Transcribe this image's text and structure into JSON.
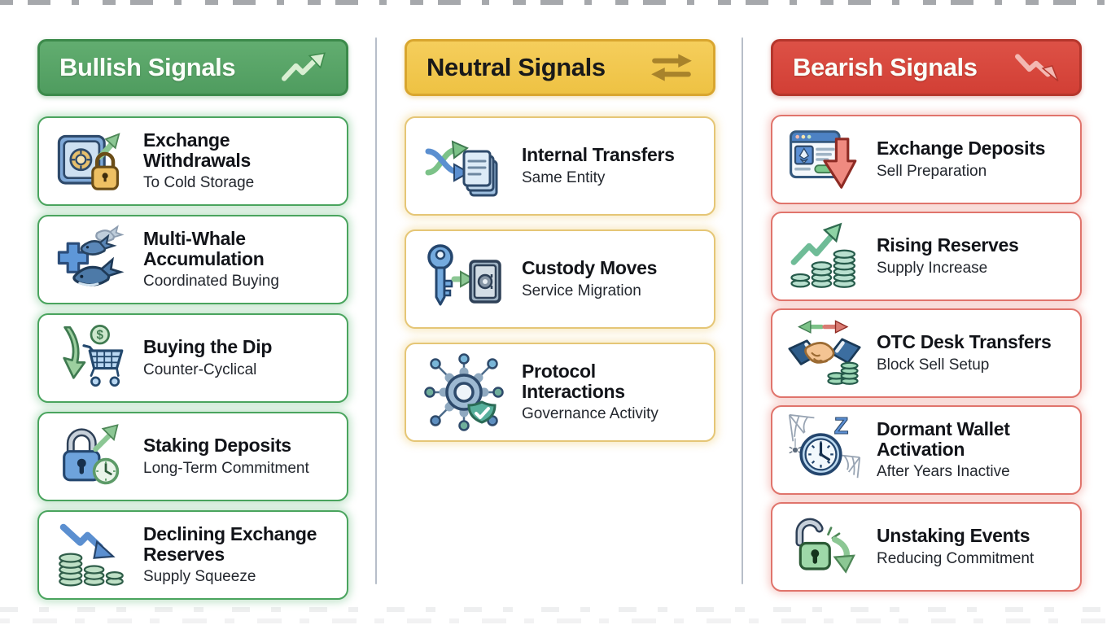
{
  "columns": [
    {
      "id": "bullish",
      "accent_color": "#4aa45e",
      "header": {
        "label": "Bullish Signals",
        "icon": "trend-up-arrow-icon",
        "background_color": "#57a663",
        "border_color": "#3c8a4b",
        "text_color": "#ffffff"
      },
      "cards": [
        {
          "title": "Exchange Withdrawals",
          "subtitle": "To Cold Storage",
          "icon": "vault-padlock-arrow-icon"
        },
        {
          "title": "Multi-Whale Accumulation",
          "subtitle": "Coordinated Buying",
          "icon": "plus-whales-icon"
        },
        {
          "title": "Buying the Dip",
          "subtitle": "Counter-Cyclical",
          "icon": "down-arrow-cart-coin-icon"
        },
        {
          "title": "Staking Deposits",
          "subtitle": "Long-Term Commitment",
          "icon": "padlock-up-arrow-clock-icon"
        },
        {
          "title": "Declining Exchange Reserves",
          "subtitle": "Supply Squeeze",
          "icon": "declining-arrow-coin-stacks-icon"
        }
      ]
    },
    {
      "id": "neutral",
      "accent_color": "#e5c676",
      "header": {
        "label": "Neutral Signals",
        "icon": "swap-arrows-icon",
        "background_color": "#f2c94f",
        "border_color": "#d9a62f",
        "text_color": "#19191a"
      },
      "cards": [
        {
          "title": "Internal Transfers",
          "subtitle": "Same Entity",
          "icon": "shuffle-arrows-documents-icon"
        },
        {
          "title": "Custody Moves",
          "subtitle": "Service Migration",
          "icon": "key-arrow-safe-icon"
        },
        {
          "title": "Protocol Interactions",
          "subtitle": "Governance Activity",
          "icon": "gear-network-shield-icon"
        }
      ]
    },
    {
      "id": "bearish",
      "accent_color": "#e0746c",
      "header": {
        "label": "Bearish Signals",
        "icon": "trend-down-arrow-icon",
        "background_color": "#d9473c",
        "border_color": "#b5362c",
        "text_color": "#ffffff"
      },
      "cards": [
        {
          "title": "Exchange Deposits",
          "subtitle": "Sell Preparation",
          "icon": "exchange-window-down-arrow-icon"
        },
        {
          "title": "Rising Reserves",
          "subtitle": "Supply Increase",
          "icon": "rising-arrow-coin-stacks-icon"
        },
        {
          "title": "OTC Desk Transfers",
          "subtitle": "Block Sell Setup",
          "icon": "handshake-swap-coins-icon"
        },
        {
          "title": "Dormant Wallet Activation",
          "subtitle": "After Years Inactive",
          "icon": "dormant-clock-cobweb-icon"
        },
        {
          "title": "Unstaking Events",
          "subtitle": "Reducing Commitment",
          "icon": "unlocked-padlock-down-arrow-icon"
        }
      ]
    }
  ]
}
